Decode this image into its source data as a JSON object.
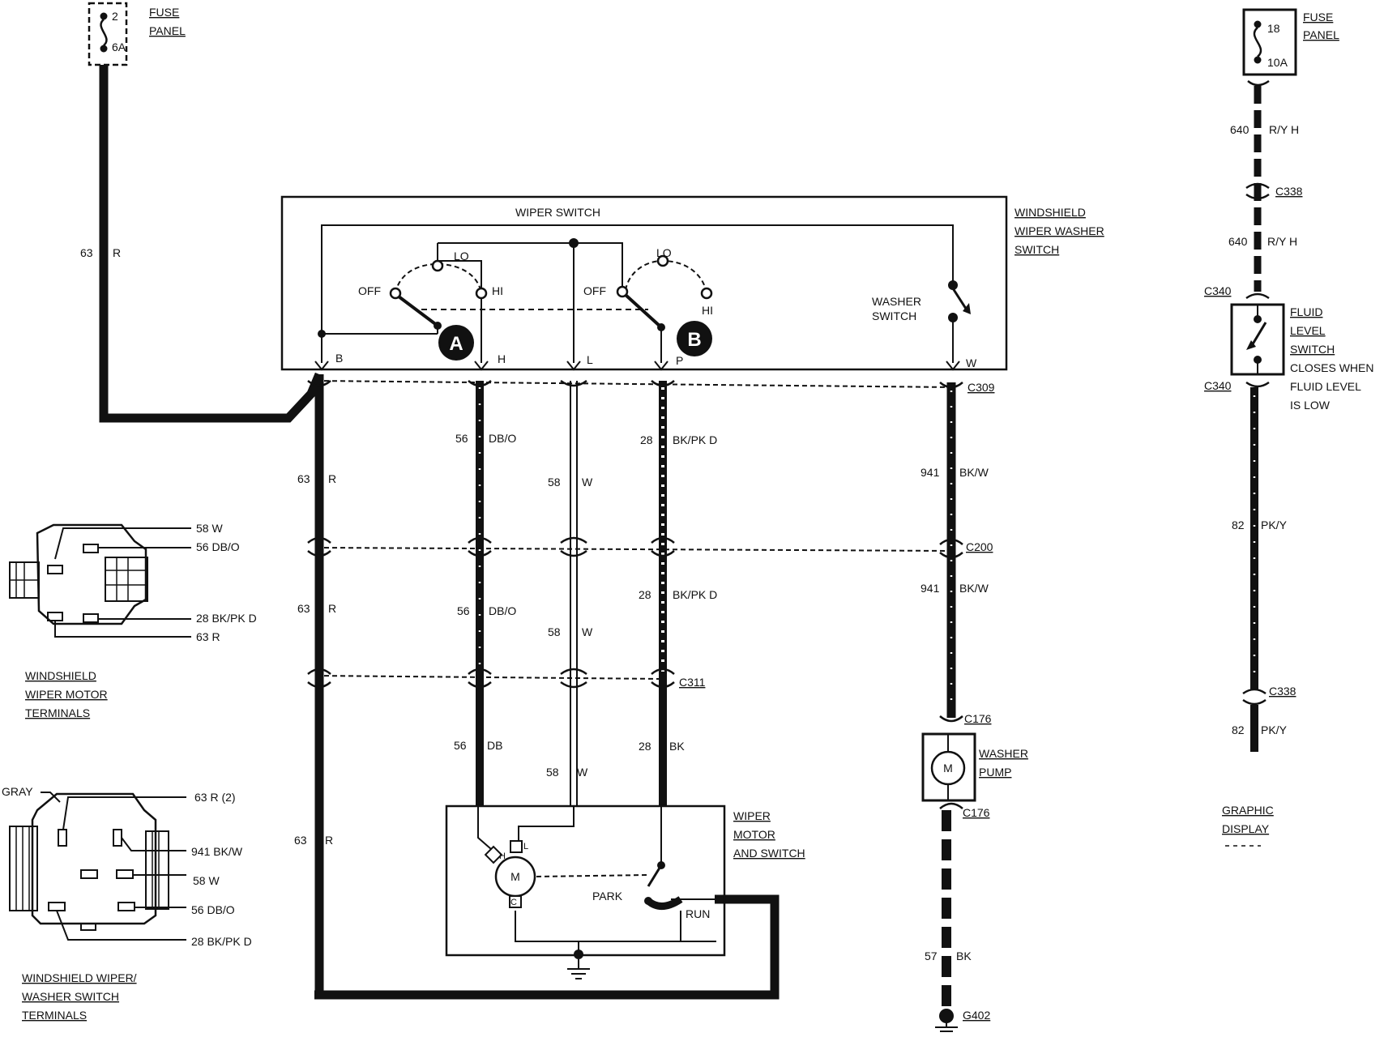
{
  "fuse_left": {
    "number": "2",
    "rating": "6A",
    "label1": "FUSE",
    "label2": "PANEL"
  },
  "fuse_right": {
    "number": "18",
    "rating": "10A",
    "label1": "FUSE",
    "label2": "PANEL"
  },
  "wiper_switch": {
    "title": "WIPER SWITCH",
    "component_label": [
      "WINDSHIELD",
      "WIPER WASHER",
      "SWITCH"
    ],
    "section_a": {
      "letter": "A",
      "off": "OFF",
      "lo": "LO",
      "hi": "HI"
    },
    "section_b": {
      "letter": "B",
      "off": "OFF",
      "lo": "LO",
      "hi": "HI"
    },
    "washer_switch": [
      "WASHER",
      "SWITCH"
    ],
    "pins": {
      "b": "B",
      "h": "H",
      "l": "L",
      "p": "P",
      "w": "W"
    }
  },
  "wires": {
    "w63_top": {
      "circuit": "63",
      "color": "R"
    },
    "w63_seg1": {
      "circuit": "63",
      "color": "R"
    },
    "w63_seg2": {
      "circuit": "63",
      "color": "R"
    },
    "w63_seg3": {
      "circuit": "63",
      "color": "R"
    },
    "w56_seg1": {
      "circuit": "56",
      "color": "DB/O"
    },
    "w56_seg2": {
      "circuit": "56",
      "color": "DB/O"
    },
    "w56_seg3": {
      "circuit": "56",
      "color": "DB"
    },
    "w58_seg1": {
      "circuit": "58",
      "color": "W"
    },
    "w58_seg2": {
      "circuit": "58",
      "color": "W"
    },
    "w58_seg3": {
      "circuit": "58",
      "color": "W"
    },
    "w28_seg1": {
      "circuit": "28",
      "color": "BK/PK D"
    },
    "w28_seg2": {
      "circuit": "28",
      "color": "BK/PK D"
    },
    "w28_seg3": {
      "circuit": "28",
      "color": "BK"
    },
    "w941_seg1": {
      "circuit": "941",
      "color": "BK/W"
    },
    "w941_seg2": {
      "circuit": "941",
      "color": "BK/W"
    },
    "w57": {
      "circuit": "57",
      "color": "BK"
    },
    "w640_seg1": {
      "circuit": "640",
      "color": "R/Y H"
    },
    "w640_seg2": {
      "circuit": "640",
      "color": "R/Y H"
    },
    "w82_seg1": {
      "circuit": "82",
      "color": "PK/Y"
    },
    "w82_seg2": {
      "circuit": "82",
      "color": "PK/Y"
    }
  },
  "connectors": {
    "c309": "C309",
    "c200": "C200",
    "c311": "C311",
    "c176_top": "C176",
    "c176_bottom": "C176",
    "c338_top": "C338",
    "c340_top": "C340",
    "c340_bottom": "C340",
    "c338_bottom": "C338",
    "g402": "G402"
  },
  "wiper_motor": {
    "label": [
      "WIPER",
      "MOTOR",
      "AND SWITCH"
    ],
    "motor": "M",
    "term_h": "H",
    "term_l": "L",
    "term_c": "C",
    "park": "PARK",
    "run": "RUN"
  },
  "washer_pump": {
    "label": [
      "WASHER",
      "PUMP"
    ],
    "motor": "M"
  },
  "fluid_level_switch": {
    "label": [
      "FLUID",
      "LEVEL",
      "SWITCH"
    ],
    "note": [
      "CLOSES WHEN",
      "FLUID LEVEL",
      "IS LOW"
    ]
  },
  "graphic_display": [
    "GRAPHIC",
    "DISPLAY"
  ],
  "motor_terminals": {
    "title": [
      "WINDSHIELD",
      "WIPER MOTOR",
      "TERMINALS"
    ],
    "t1": "58  W",
    "t2": "56  DB/O",
    "t3": "28  BK/PK D",
    "t4": "63  R"
  },
  "switch_terminals": {
    "title": [
      "WINDSHIELD WIPER/",
      "WASHER SWITCH",
      "TERMINALS"
    ],
    "gray": "GRAY",
    "t1": "63   R (2)",
    "t2": "941  BK/W",
    "t3": "58   W",
    "t4": "56   DB/O",
    "t5": "28   BK/PK D"
  }
}
